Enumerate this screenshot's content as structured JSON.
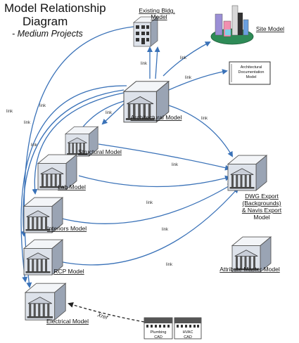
{
  "title": {
    "line1": "Model Relationship",
    "line2": "Diagram",
    "subtitle": "- Medium Projects"
  },
  "nodes": {
    "architectural": "Architectural Model",
    "structural": "Structural Model",
    "lab": "Lab Model",
    "interiors": "Interiors Model",
    "rcp": "RCP Model",
    "electrical": "Electrical Model",
    "existing_line1": "Existing Bldg.",
    "existing_line2": "Model",
    "site": "Site Model",
    "arch_doc_line1": "Architectural",
    "arch_doc_line2": "Documentation",
    "arch_doc_line3": "Model",
    "dwg_line1": "DWG Export",
    "dwg_line2": "(Backgrounds)",
    "dwg_line3": "& Navis Export",
    "dwg_line4": "Model",
    "attribute": "Attribute Master Model",
    "plumbing_line1": "Plumbing",
    "plumbing_line2": "CAD",
    "hvac_line1": "HVAC",
    "hvac_line2": "CAD"
  },
  "edge_labels": {
    "link": "link",
    "xref": "Xref"
  },
  "colors": {
    "edge": "#3a72b8",
    "box_front": "#dde2ea",
    "box_side": "#9aa4b4",
    "box_top": "#f3f5f8",
    "site_ground": "#2e8b57"
  }
}
